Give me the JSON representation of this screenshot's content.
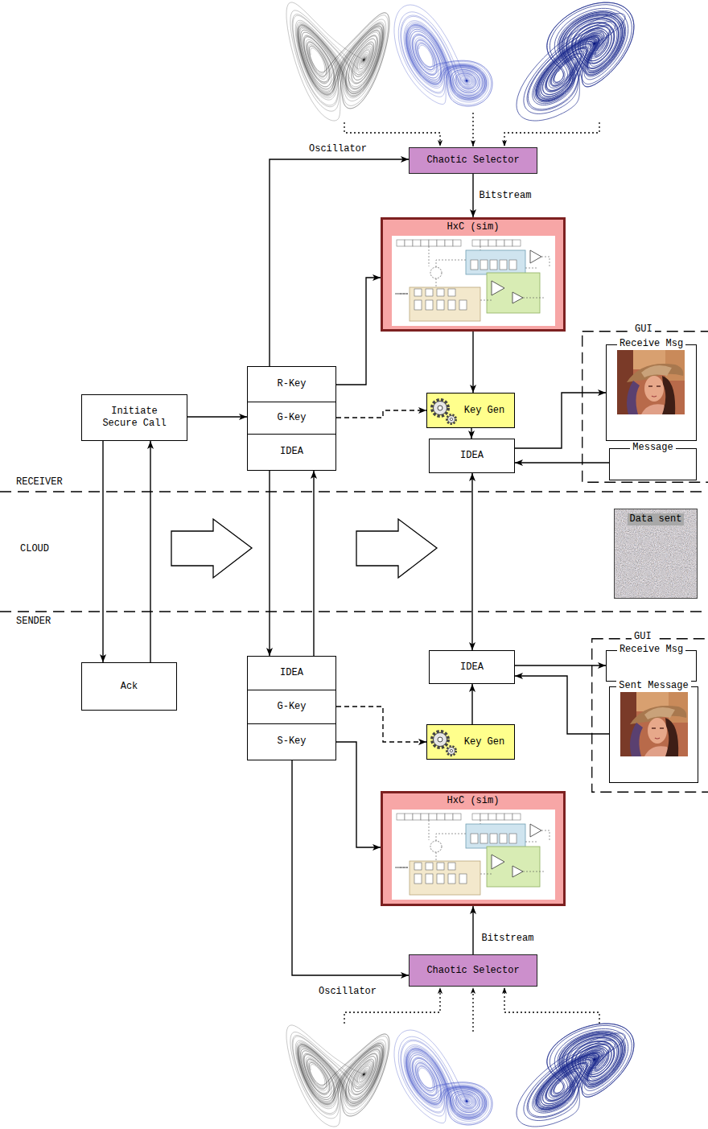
{
  "diagram": {
    "nodes": [
      {
        "text": [
          "Chaotic Selector"
        ]
      },
      {
        "text": [
          "HxC (sim)"
        ]
      },
      {
        "text": [
          "GUI"
        ]
      },
      {
        "text": [
          "Receive Msg"
        ],
        "in": 2
      },
      {
        "text": [
          "Message"
        ],
        "in": 2
      },
      {
        "text": [
          "Initiate Secure Call"
        ]
      },
      {
        "text": [
          "R-Key"
        ]
      },
      {
        "text": [
          "G-Key"
        ]
      },
      {
        "text": [
          "IDEA"
        ]
      },
      {
        "text": [
          "Key Gen"
        ]
      },
      {
        "text": [
          "IDEA"
        ]
      },
      {
        "text": [
          "Data sent"
        ]
      },
      {
        "text": [
          "Ack"
        ]
      },
      {
        "text": [
          "IDEA"
        ]
      },
      {
        "text": [
          "G-Key"
        ]
      },
      {
        "text": [
          "S-Key"
        ]
      },
      {
        "text": [
          "IDEA"
        ]
      },
      {
        "text": [
          "Key Gen"
        ]
      },
      {
        "text": [
          "GUI"
        ]
      },
      {
        "text": [
          "Receive Msg"
        ],
        "in": 18
      },
      {
        "text": [
          "Sent Message"
        ],
        "in": 18
      },
      {
        "text": [
          "HxC (sim)"
        ]
      },
      {
        "text": [
          "Chaotic Selector"
        ]
      }
    ],
    "edges": [
      {
        "from": 5,
        "to": 7,
        "arrow": "to"
      },
      {
        "from": 5,
        "to": 12,
        "arrow": "to"
      },
      {
        "from": 12,
        "to": 5,
        "arrow": "to"
      },
      {
        "from": 6,
        "to": 0,
        "label": "Oscillator",
        "arrow": "to"
      },
      {
        "from": 6,
        "to": 1,
        "arrow": "to"
      },
      {
        "from": 7,
        "to": 9,
        "arrow": "to"
      },
      {
        "from": 0,
        "to": 1,
        "label": "Bitstream",
        "arrow": "to"
      },
      {
        "from": 1,
        "to": 9,
        "arrow": "to"
      },
      {
        "from": 9,
        "to": 10,
        "arrow": "to"
      },
      {
        "from": 10,
        "to": 3,
        "arrow": "to"
      },
      {
        "from": 4,
        "to": 10,
        "arrow": "to"
      },
      {
        "from": 8,
        "to": 13,
        "arrow": "to"
      },
      {
        "from": 13,
        "to": 8,
        "arrow": "to"
      },
      {
        "from": 10,
        "to": 16,
        "arrow": "both"
      },
      {
        "from": 16,
        "to": 19,
        "arrow": "to"
      },
      {
        "from": 20,
        "to": 16,
        "arrow": "to"
      },
      {
        "from": 17,
        "to": 16,
        "arrow": "to"
      },
      {
        "from": 14,
        "to": 17,
        "arrow": "to"
      },
      {
        "from": 15,
        "to": 21,
        "arrow": "to"
      },
      {
        "from": 15,
        "to": 22,
        "label": "Oscillator",
        "arrow": "to"
      },
      {
        "from": 22,
        "to": 21,
        "label": "Bitstream",
        "arrow": "to"
      }
    ],
    "labels": [
      "RECEIVER",
      "CLOUD",
      "SENDER"
    ]
  }
}
